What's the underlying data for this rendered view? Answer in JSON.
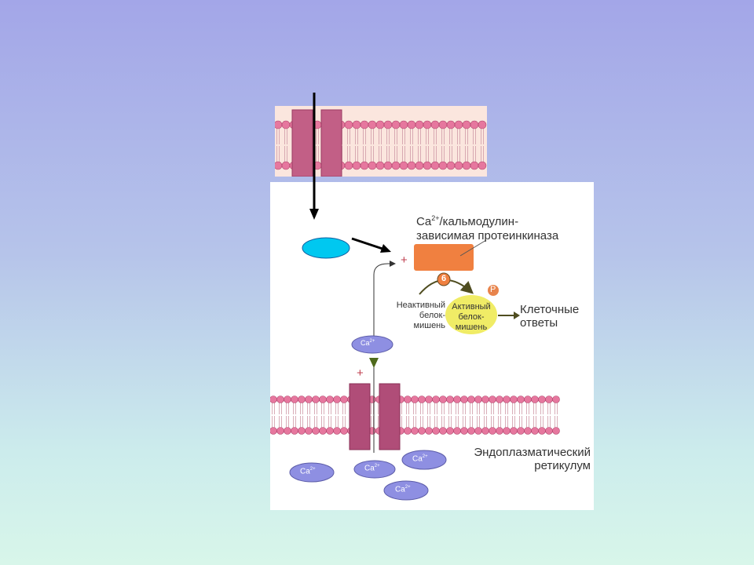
{
  "kinase": {
    "ion": "Ca",
    "charge": "2+",
    "line1_rest": "/кальмодулин-",
    "line2": "зависимая протеинкиназа"
  },
  "step_number": "6",
  "phosphate": "P",
  "inactive_target": {
    "line1": "Неактивный",
    "line2": "белок-",
    "line3": "мишень"
  },
  "active_target": {
    "line1": "Активный",
    "line2": "белок-",
    "line3": "мишень"
  },
  "cell_responses": {
    "line1": "Клеточные",
    "line2": "ответы"
  },
  "er": {
    "line1": "Эндоплазматический",
    "line2": "ретикулум"
  },
  "plus_sign": "+",
  "calcium_label": "Ca",
  "calcium_charge": "2+",
  "colors": {
    "kinase": "#f08040",
    "active_protein": "#f0ec66",
    "calcium_ion": "#8e8fe2",
    "channel": "#b04d78",
    "lipid_head": "#e6779e",
    "cyan_ellipse": "#00c8f0",
    "arrow": "#4f4d20"
  }
}
